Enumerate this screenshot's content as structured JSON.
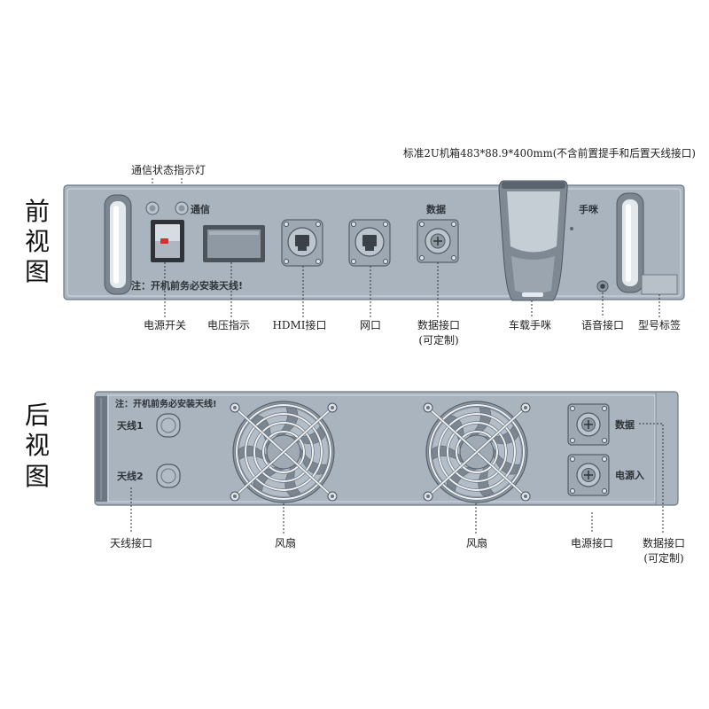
{
  "dimension_note": "标准2U机箱483*88.9*400mm(不含前置提手和后置天线接口)",
  "colors": {
    "panel": "#aab4bf",
    "panel_edge": "#6e7883",
    "leader": "#333333",
    "switch_indicator": "#d0312d"
  },
  "front": {
    "view_title": [
      "前",
      "视",
      "图"
    ],
    "indicator_callout": "通信状态指示灯",
    "panel_text": {
      "comm": "通信",
      "data": "数据",
      "mic": "手咪",
      "warning": "注：开机前务必安装天线!"
    },
    "callouts": {
      "power_switch": "电源开关",
      "voltage_indicator": "电压指示",
      "hdmi": "HDMI接口",
      "network": "网口",
      "data_port": "数据接口",
      "data_port_note": "(可定制)",
      "vehicle_mic": "车载手咪",
      "audio_jack": "语音接口",
      "model_label": "型号标签"
    }
  },
  "rear": {
    "view_title": [
      "后",
      "视",
      "图"
    ],
    "panel_text": {
      "warning": "注：开机前务必安装天线!",
      "antenna_1": "天线1",
      "antenna_2": "天线2",
      "data": "数据",
      "power_in": "电源入"
    },
    "callouts": {
      "antenna_port": "天线接口",
      "fan_left": "风扇",
      "fan_right": "风扇",
      "power_port": "电源接口",
      "data_port": "数据接口",
      "data_port_note": "(可定制)"
    }
  }
}
